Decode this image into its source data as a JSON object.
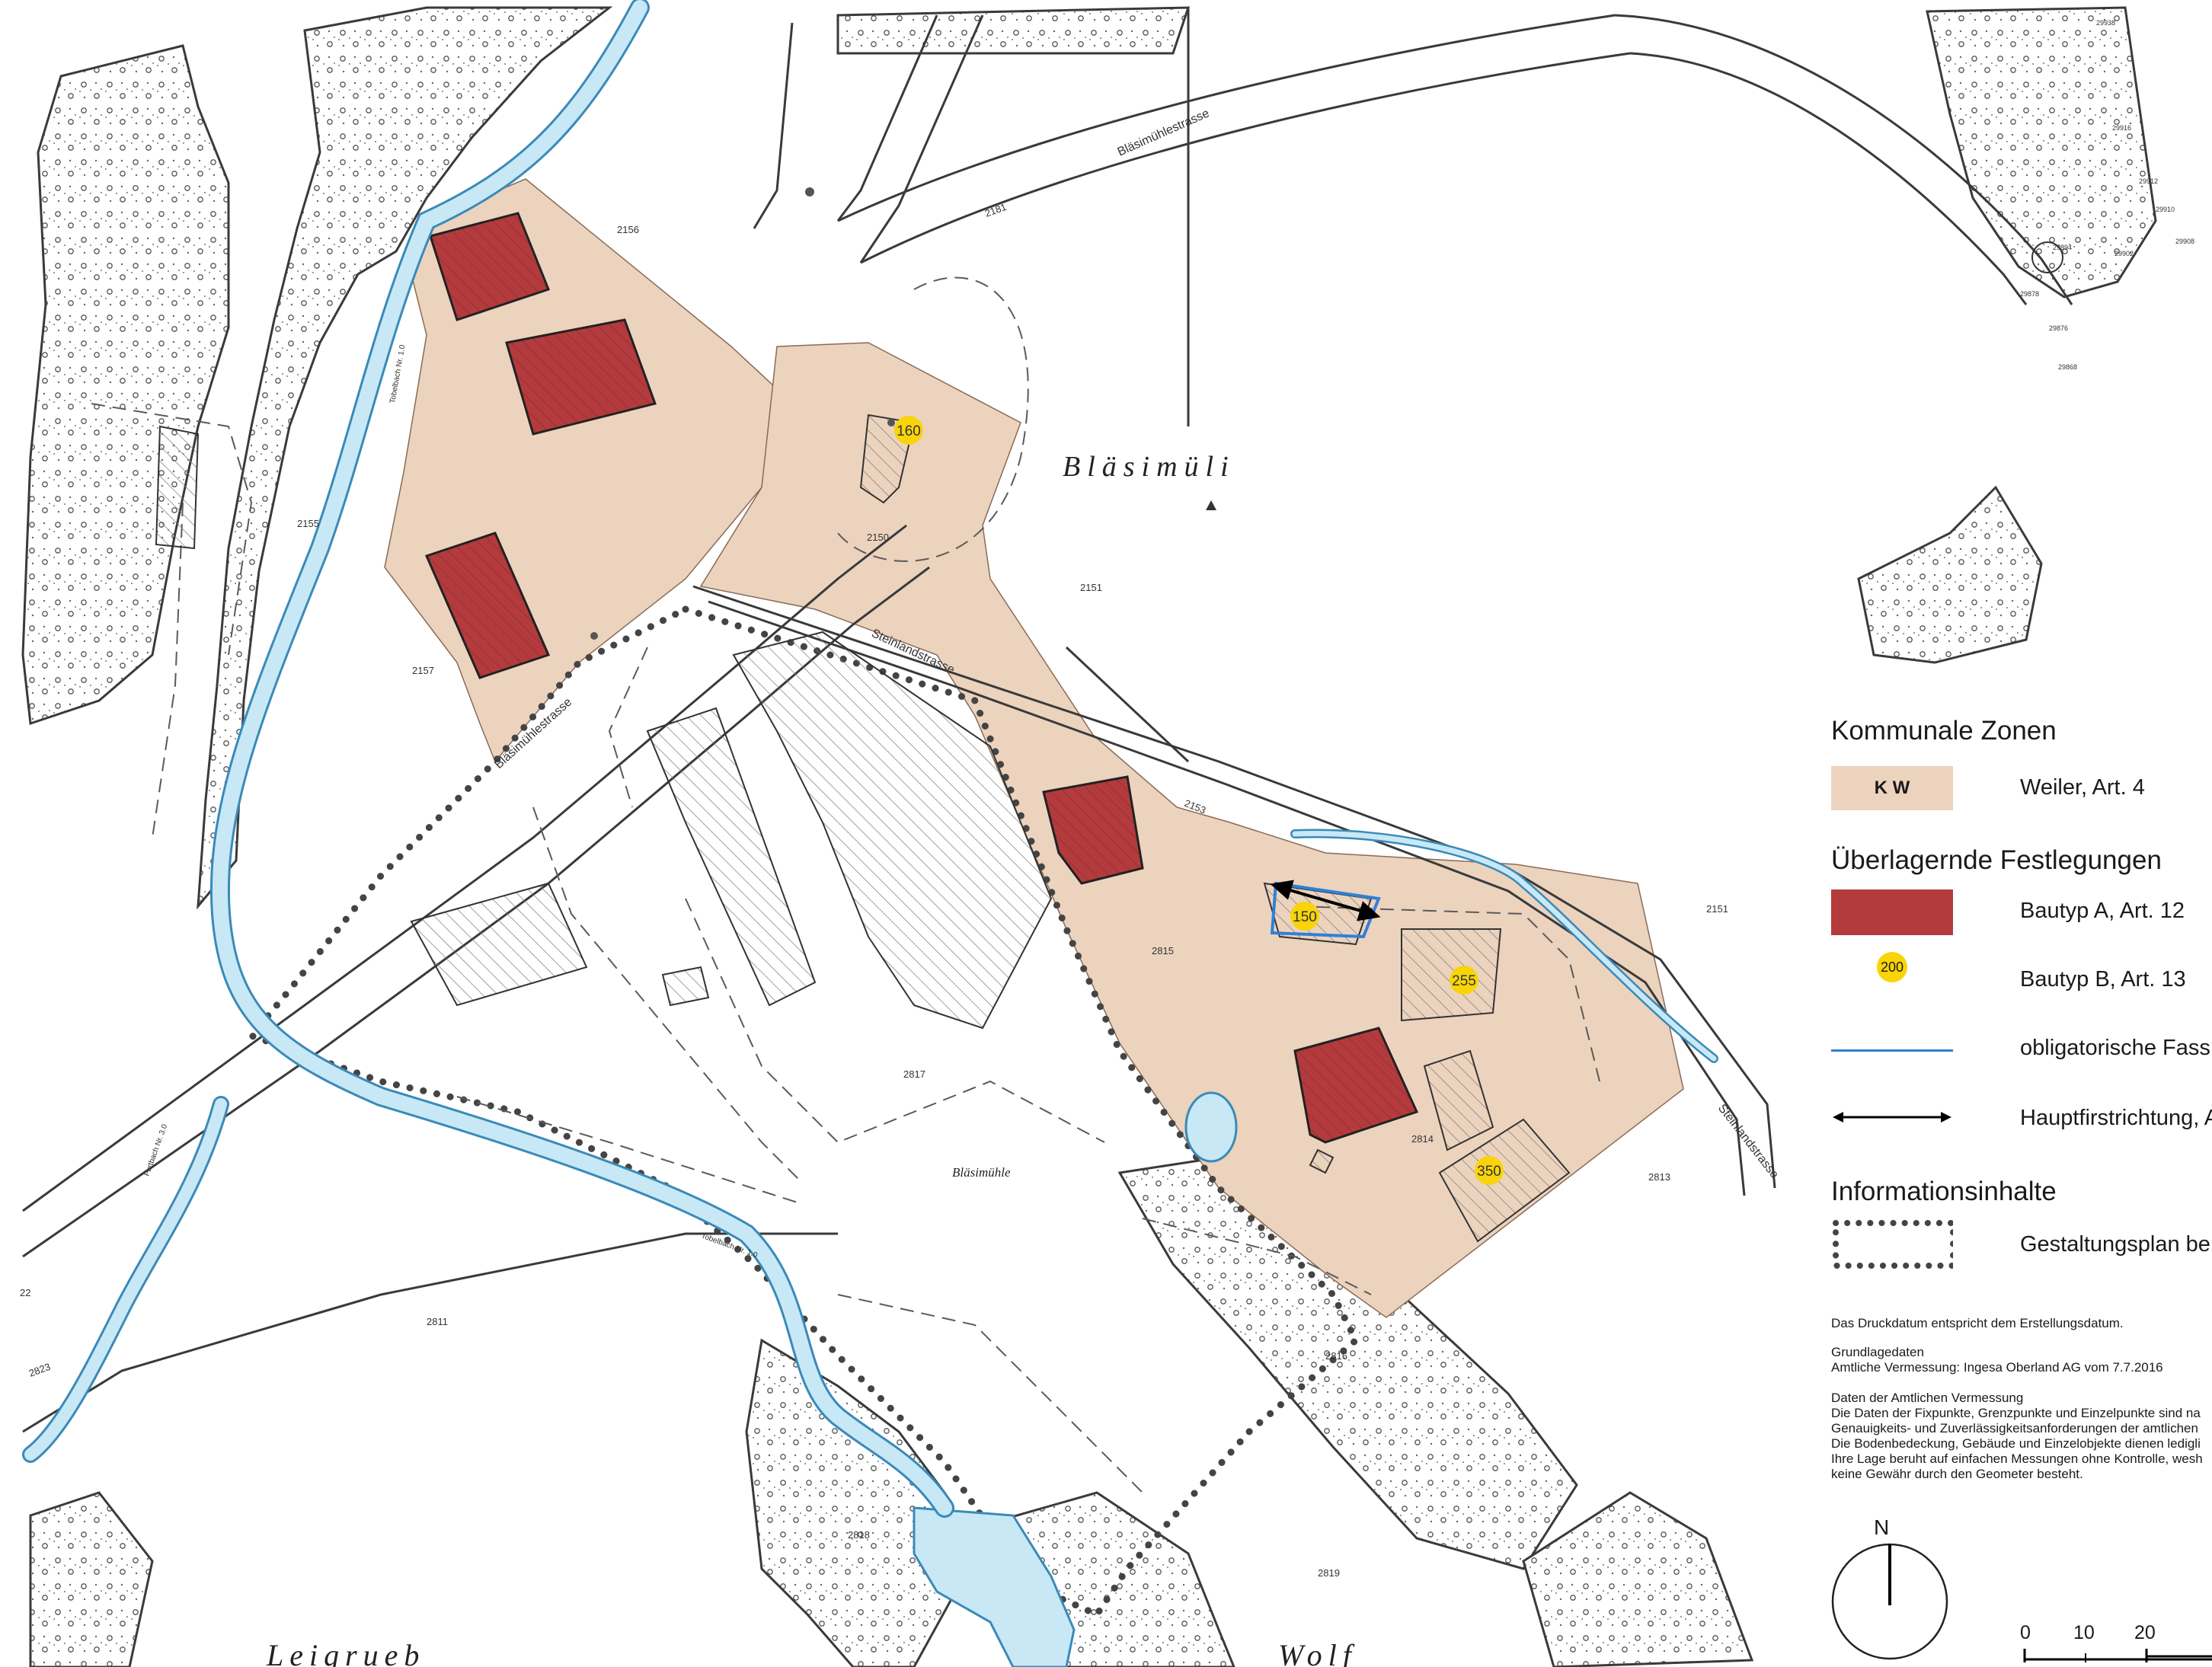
{
  "map": {
    "places": {
      "blaesimueli": "Bläsimüli",
      "blaesimuehle": "Bläsimühle",
      "leigrueb": "Leigrueb",
      "wolf": "Wolf"
    },
    "streets": {
      "blaesimuehlestrasse_top": "Bläsimühlestrasse",
      "blaesimuehlestrasse_left": "Bläsimühlestrasse",
      "steinlandstrasse": "Steinlandstrasse",
      "steinlandstrasse_right": "Steinlandstrasse"
    },
    "streams": {
      "tobelbach_1": "Tobelbach Nr. 1.0",
      "furtbach": "Furtbach Nr. 3.0",
      "tobelbach_2": "Tobelbach Nr. 1.0"
    },
    "parcels": {
      "p2156": "2156",
      "p2155": "2155",
      "p2157": "2157",
      "p2181": "2181",
      "p2150": "2150",
      "p2151_a": "2151",
      "p2151_b": "2151",
      "p2153": "2153",
      "p2815": "2815",
      "p2817": "2817",
      "p2814": "2814",
      "p2813": "2813",
      "p2811": "2811",
      "p2816": "2816",
      "p2818": "2818",
      "p2819": "2819",
      "p2823": "2823",
      "p22": "22"
    },
    "points": [
      "29938",
      "29916",
      "29912",
      "29910",
      "29908",
      "29902",
      "29894",
      "29878",
      "29876",
      "29868"
    ],
    "bautyp_b_markers": [
      "160",
      "150",
      "255",
      "350"
    ]
  },
  "legend": {
    "kommunale_zonen_title": "Kommunale Zonen",
    "kw_code": "K W",
    "kw_label": "Weiler, Art. 4",
    "ueberlagernde_title": "Überlagernde Festlegungen",
    "bautyp_a_label": "Bautyp A, Art. 12",
    "bautyp_b_sample": "200",
    "bautyp_b_label": "Bautyp B, Art. 13",
    "fassade_label": "obligatorische Fass",
    "firstrichtung_label": "Hauptfirstrichtung, A",
    "informationsinhalte_title": "Informationsinhalte",
    "gestaltungsplan_label": "Gestaltungsplan be",
    "note_druckdatum": "Das Druckdatum entspricht dem Erstellungsdatum.",
    "grundlagedaten_title": "Grundlagedaten",
    "grundlagedaten_line": "Amtliche Vermessung: Ingesa Oberland AG vom 7.7.2016",
    "av_title": "Daten der Amtlichen Vermessung",
    "av_lines": [
      "Die Daten der Fixpunkte, Grenzpunkte und Einzelpunkte sind na",
      "Genauigkeits- und Zuverlässigkeitsanforderungen der amtlichen",
      "Die Bodenbedeckung, Gebäude und Einzelobjekte dienen ledigli",
      "Ihre Lage beruht auf einfachen Messungen ohne Kontrolle, wesh",
      "keine Gewähr durch den Geometer besteht."
    ],
    "north_label": "N",
    "scale_labels": [
      "0",
      "10",
      "20"
    ]
  },
  "colors": {
    "weiler_zone": "#ecd3be",
    "bautyp_a": "#b43b3d",
    "bautyp_b": "#f9d40a",
    "water": "#c8e8f6",
    "stream_edge": "#3a8ab8",
    "fassade_line": "#2f80d8"
  }
}
